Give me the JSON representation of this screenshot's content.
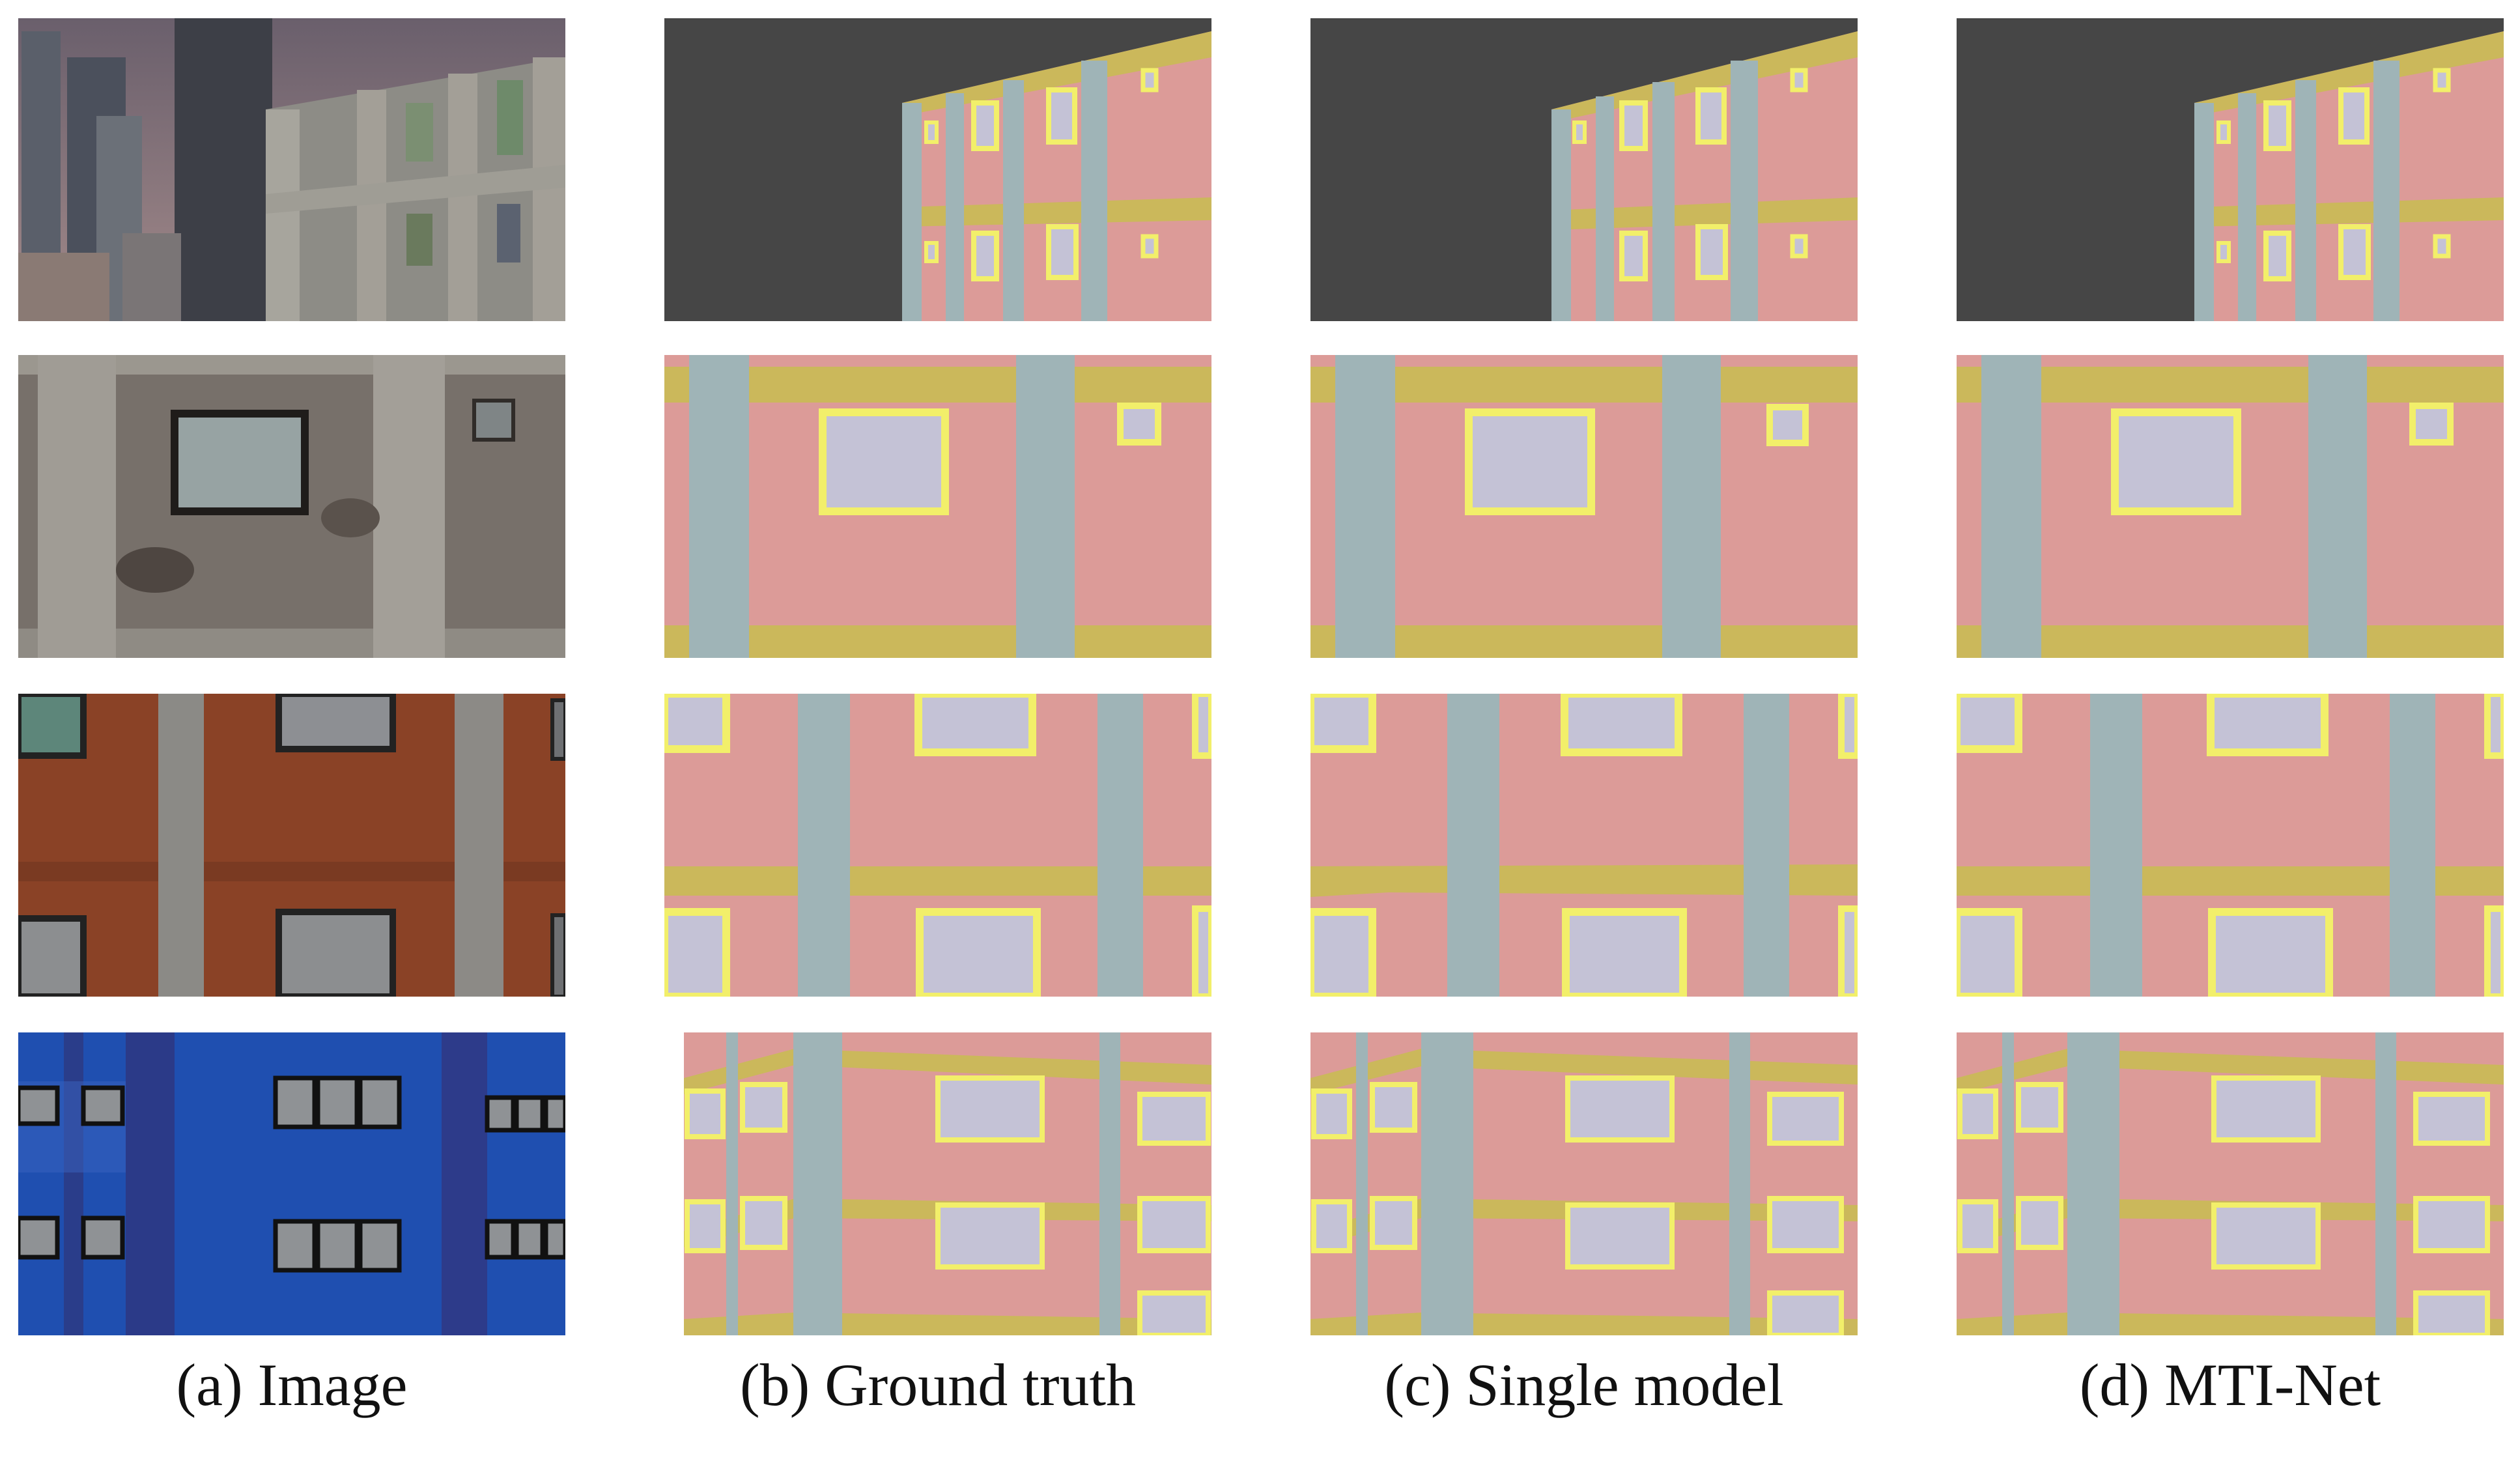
{
  "figure": {
    "captions": {
      "a": "(a) Image",
      "b": "(b) Ground truth",
      "c": "(c) Single model",
      "d": "(d) MTI-Net"
    },
    "rows": [
      "row-1",
      "row-2",
      "row-3",
      "row-4"
    ]
  },
  "palette": {
    "background": "#464646",
    "wall": "#dc9b98",
    "pillar": "#9fb4b7",
    "ledge": "#cbb85b",
    "window": "#c4c2d6",
    "window_frame": "#f2ef6a"
  }
}
